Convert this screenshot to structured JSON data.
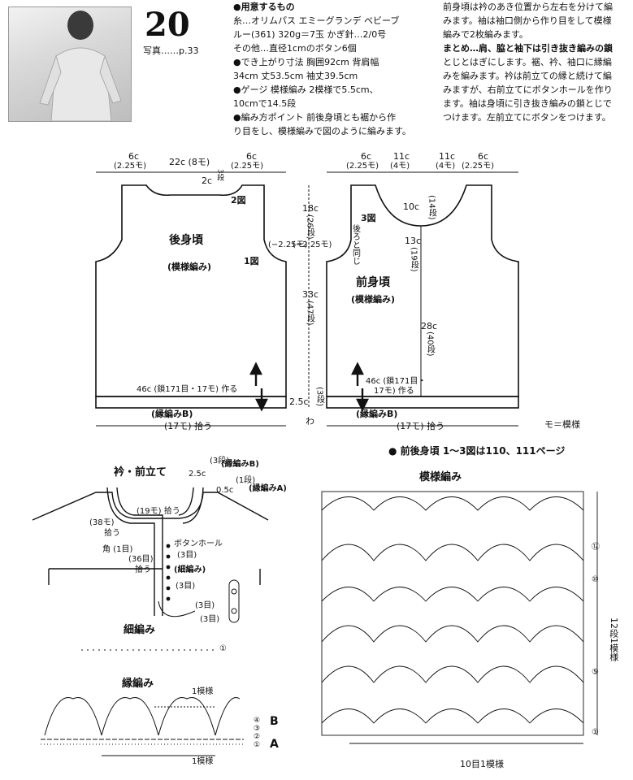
{
  "header": {
    "pattern_number": "20",
    "photo_ref": "写真……p.33"
  },
  "materials": {
    "heading": "●用意するもの",
    "line1": "糸…オリムパス エミーグランデ ベビーブ",
    "line2": "ルー(361) 320g＝7玉 かぎ針…2/0号",
    "line3": "その他…直径1cmのボタン6個"
  },
  "size": {
    "line1": "●でき上がり寸法 胸囲92cm 背肩幅",
    "line2": "34cm 丈53.5cm 袖丈39.5cm"
  },
  "gauge": {
    "line1": "●ゲージ 模様編み 2模様で5.5cm、",
    "line2": "10cmで14.5段"
  },
  "points": {
    "line1": "●編み方ポイント 前後身頃とも裾から作",
    "line2": "り目をし、模様編みで図のように編みます。"
  },
  "right_text": {
    "line1": "前身頃は衿のあき位置から左右を分けて編",
    "line2": "みます。袖は袖口側から作り目をして模様",
    "line3": "編みで2枚編みます。",
    "line4": "まとめ…肩、脇と袖下は引き抜き編みの鎖",
    "line5": "とじとはぎにします。裾、衿、袖口に縁編",
    "line6": "みを編みます。衿は前立ての縁と続けて編",
    "line7": "みますが、右前立てにボタンホールを作り",
    "line8": "ます。袖は身頃に引き抜き編みの鎖とじで",
    "line9": "つけます。左前立てにボタンをつけます。"
  },
  "back": {
    "title": "後身頃",
    "subtitle": "(模様編み)",
    "top_left": "6c",
    "top_left_m": "(2.25モ)",
    "top_mid": "22c (8モ)",
    "top_right": "6c",
    "top_right_m": "(2.25モ)",
    "neck": "2c",
    "neck_rows": "3段",
    "fig2": "2図",
    "fig1": "1図",
    "armhole": "(−2.25モ)",
    "start": "46c (鎖171目・17モ) 作る",
    "border": "(縁編みB)",
    "pickup": "(17モ) 拾う"
  },
  "mid": {
    "armhole_h": "18c",
    "armhole_rows": "(26段)",
    "body_h": "33c",
    "body_rows": "(47段)",
    "hem_h": "2.5c",
    "hem_rows": "(3段)",
    "wa": "わ"
  },
  "front": {
    "title": "前身頃",
    "subtitle": "(模様編み)",
    "top1": "6c",
    "top1_m": "(2.25モ)",
    "top2": "11c",
    "top2_m": "(4モ)",
    "top3": "11c",
    "top3_m": "(4モ)",
    "top4": "6c",
    "top4_m": "(2.25モ)",
    "neck_h": "10c",
    "neck_rows": "(14段)",
    "fig3": "3図",
    "same_as_back": "後ろと同じ",
    "armhole": "(−2.25モ)",
    "placket_h": "13c",
    "placket_rows": "(19段)",
    "lower_h": "28c",
    "lower_rows": "(40段)",
    "start1": "46c (鎖171目・",
    "start2": "17モ) 作る",
    "border": "(縁編みB)",
    "pickup": "(17モ) 拾う",
    "legend": "モ＝模様"
  },
  "collar": {
    "title": "衿・前立て",
    "width": "2.5c",
    "rows3": "(3段)",
    "borderB": "(縁編みB)",
    "width2": "0.5c",
    "rows1": "(1段)",
    "borderA": "(縁編みA)",
    "pick19": "(19モ) 拾う",
    "pick38": "(38モ)",
    "pick38b": "拾う",
    "corner": "角 (1目)",
    "buttonhole": "ボタンホール",
    "bh3": "(3目)",
    "pick36": "(36目)",
    "pick36b": "拾う",
    "single": "(細編み)",
    "st3": "(3目)",
    "st3b": "(3目)",
    "st3c": "(3目)"
  },
  "charts": {
    "ref": "● 前後身頃 1〜3図は110、111ページ",
    "pattern_title": "模様編み",
    "single_title": "細編み",
    "border_title": "縁編み",
    "one_repeat": "1模様",
    "one_repeat_b": "1模様",
    "label_A": "A",
    "label_B": "B",
    "rows_label": "12段1模様",
    "sts_label": "10目1模様",
    "r12": "⑫",
    "r10": "⑩",
    "r5": "⑤",
    "r1": "①",
    "s1": "①",
    "b1": "①",
    "b2": "②",
    "b3": "③",
    "b4": "④"
  }
}
